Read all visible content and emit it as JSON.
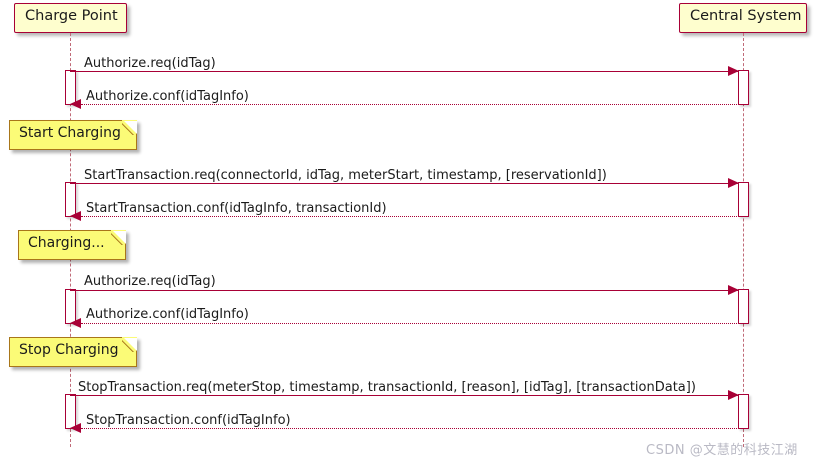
{
  "diagram": {
    "type": "uml-sequence-diagram",
    "title": "OCPP Charge Point / Central System transaction sequence",
    "colors": {
      "participant_fill": "#FEFECE",
      "participant_border": "#A80036",
      "note_fill": "#FBFB77",
      "note_border": "#A8761A",
      "message_line": "#A80036",
      "lifeline": "#C06A78",
      "activation_fill": "#FFFFFF",
      "watermark": "#b9b9c4"
    }
  },
  "participants": [
    {
      "id": "charge-point",
      "label": "Charge Point"
    },
    {
      "id": "central-system",
      "label": "Central System"
    }
  ],
  "notes": [
    {
      "id": "note-start-charging",
      "text": "Start Charging"
    },
    {
      "id": "note-charging",
      "text": "Charging..."
    },
    {
      "id": "note-stop-charging",
      "text": "Stop Charging"
    }
  ],
  "messages": [
    {
      "id": "msg-authorize-req-1",
      "label": "Authorize.req(idTag)",
      "from": "charge-point",
      "to": "central-system",
      "direction": "right",
      "style": "solid"
    },
    {
      "id": "msg-authorize-conf-1",
      "label": "Authorize.conf(idTagInfo)",
      "from": "central-system",
      "to": "charge-point",
      "direction": "left",
      "style": "dotted"
    },
    {
      "id": "msg-starttransaction-req",
      "label": "StartTransaction.req(connectorId, idTag, meterStart, timestamp, [reservationId])",
      "from": "charge-point",
      "to": "central-system",
      "direction": "right",
      "style": "solid"
    },
    {
      "id": "msg-starttransaction-conf",
      "label": "StartTransaction.conf(idTagInfo, transactionId)",
      "from": "central-system",
      "to": "charge-point",
      "direction": "left",
      "style": "dotted"
    },
    {
      "id": "msg-authorize-req-2",
      "label": "Authorize.req(idTag)",
      "from": "charge-point",
      "to": "central-system",
      "direction": "right",
      "style": "solid"
    },
    {
      "id": "msg-authorize-conf-2",
      "label": "Authorize.conf(idTagInfo)",
      "from": "central-system",
      "to": "charge-point",
      "direction": "left",
      "style": "dotted"
    },
    {
      "id": "msg-stoptransaction-req",
      "label": "StopTransaction.req(meterStop, timestamp, transactionId, [reason], [idTag], [transactionData])",
      "from": "charge-point",
      "to": "central-system",
      "direction": "right",
      "style": "solid"
    },
    {
      "id": "msg-stoptransaction-conf",
      "label": "StopTransaction.conf(idTagInfo)",
      "from": "central-system",
      "to": "charge-point",
      "direction": "left",
      "style": "dotted"
    }
  ],
  "watermark": {
    "text": "CSDN @文慧的科技江湖"
  }
}
